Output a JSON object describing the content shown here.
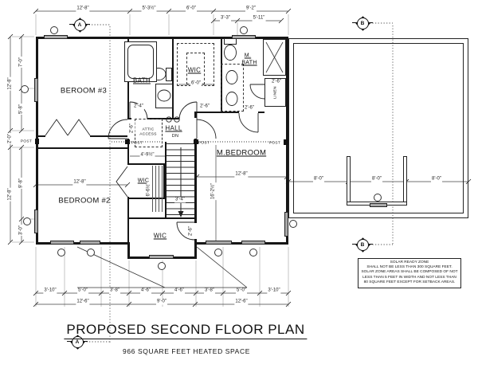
{
  "title": {
    "main": "PROPOSED SECOND FLOOR PLAN",
    "subtitle": "966 SQUARE FEET HEATED SPACE"
  },
  "rooms": {
    "bedroom3": "BEROOM #3",
    "bedroom2": "BEDROOM #2",
    "master": "M.BEDROOM",
    "bath": "BATH",
    "mbath_l1": "M.",
    "mbath_l2": "BATH",
    "wic_top": "WIC",
    "wic_mid": "WIC",
    "wic_bottom": "WIC",
    "hall": "HALL",
    "dn": "DN",
    "attic_l1": "ATTIC",
    "attic_l2": "ACCESS",
    "linen": "LINEN",
    "post": "POST"
  },
  "markers": {
    "a": "A",
    "b": "B"
  },
  "dims": {
    "top": [
      "12'-8\"",
      "5'-3½\"",
      "6'-0\"",
      "9'-2\""
    ],
    "top_sub": [
      "3'-3\"",
      "5'-11\""
    ],
    "bottom1": [
      "3'-10\"",
      "5'-0\"",
      "3'-8\"",
      "4'-6\"",
      "4'-6\"",
      "3'-8\"",
      "5'-0\"",
      "3'-10\""
    ],
    "bottom2": [
      "12'-6\"",
      "9'-0\"",
      "12'-6\""
    ],
    "left_outer": [
      "12'-8\"",
      "2'-0\"",
      "12'-8\""
    ],
    "left_inner": [
      "7'-0\"",
      "5'-8\"",
      "9'-8\"",
      "3'-0\""
    ],
    "solar": [
      "8'-0\"",
      "8'-0\"",
      "8'-0\""
    ],
    "mbed_w": "12'-8\"",
    "bed2_w": "12'-8\"",
    "wic6": "6'-0\"",
    "attic": "4'-9½\"",
    "stair": "3'-4\"",
    "mbed_h": "16'-2½\"",
    "wic_h": "6'-6½\"",
    "d24": "2'-4\"",
    "d26": "2'-6\""
  },
  "note": {
    "l1": "SOLAR READY ZONE",
    "l2": "SHALL NOT BE LESS THAN 300 SQUARE FEET.",
    "l3": "SOLAR ZONE AREAS SHALL BE COMPOSED OF NOT",
    "l4": "LESS THAN 5 FEET IN WIDTH AND NOT LESS THAN",
    "l5": "80 SQUARE FEET EXCEPT FOR SETBACK AREAS."
  }
}
